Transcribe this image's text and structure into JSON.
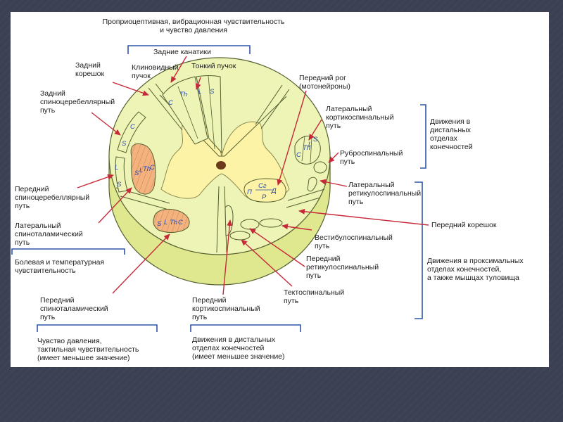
{
  "colors": {
    "white_matter": "#eef3b6",
    "gray_matter": "#fdf3a6",
    "tract_orange": "#f4b27e",
    "arrow_red": "#c62a3a",
    "bracket_blue": "#2f55a8",
    "tract_text_blue": "#2a4aa8"
  },
  "labels": {
    "proprioceptive": "Проприоцептивная, вибрационная чувствительность\nи чувство давления",
    "dorsal_columns": "Задние канатики",
    "fasciculus_cuneatus": "Клиновидный\nпучок",
    "fasciculus_gracilis": "Тонкий пучок",
    "dorsal_root": "Задний\nкорешок",
    "posterior_spinocerebellar": "Задний\nспиноцеребеллярный\nпуть",
    "anterior_spinocerebellar": "Передний\nспиноцеребеллярный\nпуть",
    "lateral_spinothalamic": "Латеральный\nспиноталамический\nпуть",
    "pain_temperature": "Болевая и температурная\nчувствительность",
    "anterior_spinothalamic": "Передний\nспиноталамический\nпуть",
    "pressure_tactile": "Чувство давления,\nтактильная чувствительность\n(имеет меньшее значение)",
    "anterior_horn": "Передний рог\n(мотонейроны)",
    "lateral_corticospinal": "Латеральный\nкортикоспинальный\nпуть",
    "rubrospinal": "Руброспинальный\nпуть",
    "distal_movements": "Движения в\nдистальных\nотделах\nконечностей",
    "lateral_reticulospinal": "Латеральный\nретикулоспинальный\nпуть",
    "ventral_root": "Передний корешок",
    "vestibulospinal": "Вестибулоспинальный\nпуть",
    "anterior_reticulospinal": "Передний\nретикулоспинальный\nпуть",
    "tectospinal": "Тектоспинальный\nпуть",
    "anterior_corticospinal": "Передний\nкортикоспинальный\nпуть",
    "distal_movements_minor": "Движения в дистальных\nотделах конечностей\n(имеет меньшее значение)",
    "proximal_movements": "Движения в проксимальных\nотделах конечностей,\nа также мышцах туловища"
  },
  "tract_letters": {
    "cuneatus_c": "C",
    "cuneatus_th": "Th",
    "gracilis_l": "L",
    "gracilis_s": "S",
    "spinocer_c": "C",
    "spinocer_s": "S",
    "spinocer_l": "L",
    "spinocer_s2": "S",
    "lst_s": "S",
    "lst_l": "L",
    "lst_th": "Th",
    "lst_c": "C",
    "ast_s": "S",
    "ast_l": "L",
    "ast_th": "Th",
    "ast_c": "C",
    "lcs_c": "C",
    "lcs_th": "Th",
    "lcs_l": "L",
    "lcs_s": "S",
    "horn_p": "П",
    "horn_d": "Д",
    "horn_sg": "Сг",
    "horn_r": "Р"
  }
}
